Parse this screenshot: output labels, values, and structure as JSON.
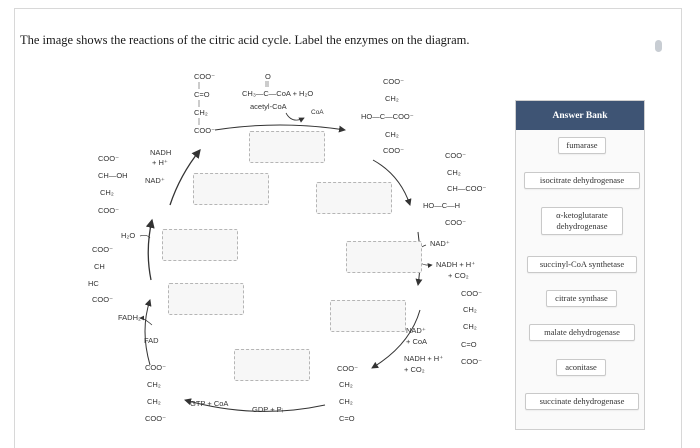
{
  "question": {
    "text": "The image shows the reactions of the citric acid cycle. Label the enzymes on the diagram."
  },
  "answer_bank": {
    "title": "Answer Bank",
    "items": [
      "fumarase",
      "isocitrate dehydrogenase",
      "α-ketoglutarate dehydrogenase",
      "succinyl-CoA synthetase",
      "citrate synthase",
      "malate dehydrogenase",
      "aconitase",
      "succinate dehydrogenase"
    ]
  },
  "diagram": {
    "oxaloacetate": [
      "COO⁻",
      "C=O",
      "CH₂",
      "COO⁻"
    ],
    "acetyl_coa_formula": "CH₃—C—CoA + H₂O",
    "acetyl_coa_carbonyl": "O",
    "acetyl_coa_label": "acetyl-CoA",
    "coa_out": "CoA",
    "citrate": [
      "COO⁻",
      "CH₂",
      "HO—C—COO⁻",
      "CH₂",
      "COO⁻"
    ],
    "isocitrate": [
      "COO⁻",
      "CH₂",
      "CH—COO⁻",
      "HO—C—H",
      "COO⁻"
    ],
    "nad_1": "NAD⁺",
    "nadh_co2_1": [
      "NADH + H⁺",
      "+ CO₂"
    ],
    "alpha_kg": [
      "COO⁻",
      "CH₂",
      "CH₂",
      "C=O",
      "COO⁻"
    ],
    "nad_coa_2": [
      "NAD⁺",
      "+ CoA"
    ],
    "nadh_co2_2": [
      "NADH + H⁺",
      "+ CO₂"
    ],
    "succinyl_coa": [
      "COO⁻",
      "CH₂",
      "CH₂",
      "C=O"
    ],
    "gtp_coa": "GTP + CoA",
    "gdp_pi": "GDP + Pᵢ",
    "succinate": [
      "COO⁻",
      "CH₂",
      "CH₂",
      "COO⁻"
    ],
    "fadh2": "FADH₂",
    "fad": "FAD",
    "fumarate": [
      "COO⁻",
      "CH",
      "HC",
      "COO⁻"
    ],
    "h2o": "H₂O",
    "malate": [
      "COO⁻",
      "CH—OH",
      "CH₂",
      "COO⁻"
    ],
    "nadh_h_3": [
      "NADH",
      "+ H⁺"
    ],
    "nad_3": "NAD⁺"
  },
  "drop_targets": [
    "citrate-synthase-slot",
    "aconitase-slot",
    "isocitrate-dehydrogenase-slot",
    "alpha-kg-dehydrogenase-slot",
    "succinyl-coa-synthetase-slot",
    "succinate-dehydrogenase-slot",
    "fumarase-slot",
    "malate-dehydrogenase-slot"
  ],
  "colors": {
    "bank_header": "#3e5474",
    "slot_border": "#b5b5b5"
  }
}
